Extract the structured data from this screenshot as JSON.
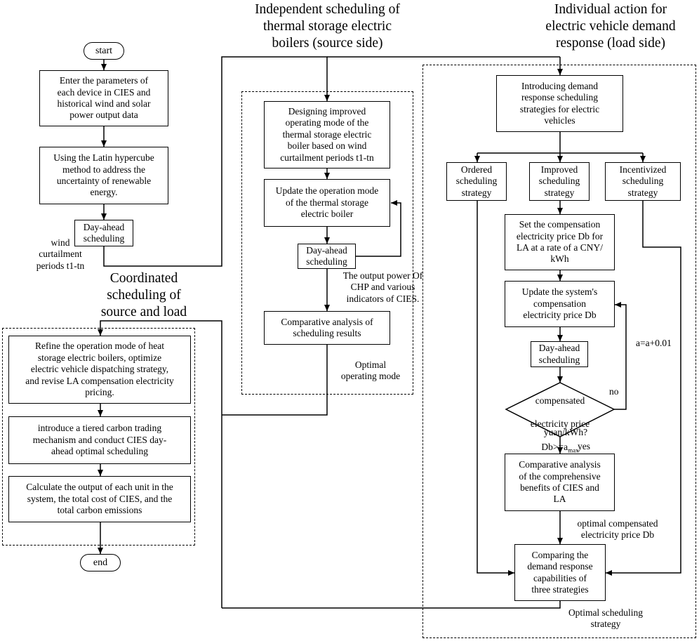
{
  "titles": {
    "source_side": "Independent scheduling of\nthermal storage electric\nboilers (source side)",
    "load_side": "Individual action for\nelectric vehicle demand\nresponse (load side)",
    "coordinated": "Coordinated\nscheduling of\nsource and load"
  },
  "left": {
    "start": "start",
    "enter_params": "Enter the parameters of\neach device in CIES and\nhistorical wind and solar\npower output data",
    "latin": "Using the Latin hypercube\nmethod to address the\nuncertainty of renewable\nenergy.",
    "day_ahead": "Day-ahead\nscheduling",
    "wind_label": "wind\ncurtailment\nperiods t1-tn",
    "refine": "Refine the operation mode of heat\nstorage electric boilers, optimize\nelectric vehicle dispatching strategy,\nand revise LA compensation electricity\npricing.",
    "carbon": "introduce a tiered carbon trading\nmechanism and conduct CIES day-\nahead optimal scheduling",
    "calculate": "Calculate the output of each unit in the\nsystem, the total cost of CIES, and the\ntotal carbon emissions",
    "end": "end"
  },
  "middle": {
    "designing": "Designing improved\noperating mode of the\nthermal storage electric\nboiler based on wind\ncurtailment periods t1-tn",
    "update_mode": "Update the operation mode\nof the thermal storage\nelectric boiler",
    "day_ahead": "Day-ahead\nscheduling",
    "output_label": "The output power Of\nCHP and various\nindicators of CIES.",
    "comparative": "Comparative analysis of\nscheduling results",
    "optimal_label": "Optimal\noperating mode"
  },
  "right": {
    "introducing": "Introducing demand\nresponse scheduling\nstrategies for electric\nvehicles",
    "ordered": "Ordered\nscheduling\nstrategy",
    "improved": "Improved\nscheduling\nstrategy",
    "incentivized": "Incentivized\nscheduling\nstrategy",
    "set_price": "Set the compensation\nelectricity price Db for\nLA at a rate of a CNY/\nkWh",
    "update_price": "Update the system's\ncompensation\nelectricity price Db",
    "day_ahead": "Day-ahead\nscheduling",
    "decision_l1": "compensated",
    "decision_l2": "electricity price",
    "decision_l3a": "Db>=a",
    "decision_l3b": "max",
    "decision_l4": "yuan/kWh?",
    "no_label": "no",
    "yes_label": "yes",
    "increment_label": "a=a+0.01",
    "comp_benefits": "Comparative analysis\nof the comprehensive\nbenefits of CIES and\nLA",
    "optimal_price_label": "optimal compensated\nelectricity price Db",
    "comparing": "Comparing the\ndemand response\ncapabilities of\nthree strategies",
    "optimal_strategy_label": "Optimal scheduling\nstrategy"
  }
}
